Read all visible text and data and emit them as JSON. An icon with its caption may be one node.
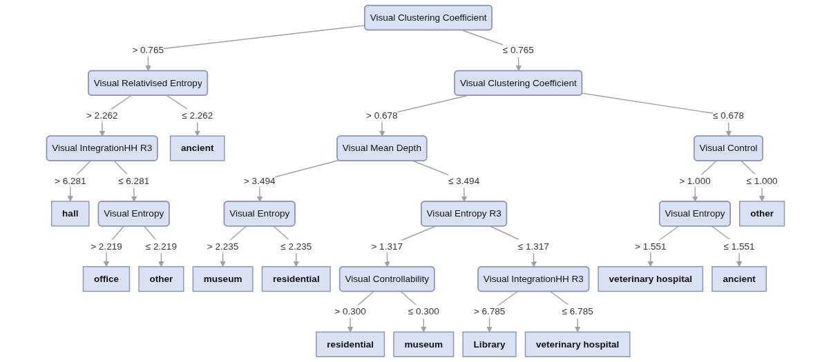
{
  "diagram": {
    "nodes": [
      {
        "text": [
          "Visual Clustering Coefficient"
        ]
      },
      {
        "text": [
          "Visual Relativised Entropy"
        ]
      },
      {
        "text": [
          "Visual Clustering Coefficient"
        ]
      },
      {
        "text": [
          "Visual IntegrationHH R3"
        ]
      },
      {
        "text": [
          "ancient"
        ]
      },
      {
        "text": [
          "Visual Mean Depth"
        ]
      },
      {
        "text": [
          "Visual Control"
        ]
      },
      {
        "text": [
          "hall"
        ]
      },
      {
        "text": [
          "Visual Entropy"
        ]
      },
      {
        "text": [
          "Visual Entropy"
        ]
      },
      {
        "text": [
          "Visual Entropy R3"
        ]
      },
      {
        "text": [
          "Visual Entropy"
        ]
      },
      {
        "text": [
          "other"
        ]
      },
      {
        "text": [
          "office"
        ]
      },
      {
        "text": [
          "other"
        ]
      },
      {
        "text": [
          "museum"
        ]
      },
      {
        "text": [
          "residential"
        ]
      },
      {
        "text": [
          "Visual Controllability"
        ]
      },
      {
        "text": [
          "Visual IntegrationHH R3"
        ]
      },
      {
        "text": [
          "veterinary hospital"
        ]
      },
      {
        "text": [
          "ancient"
        ]
      },
      {
        "text": [
          "residential"
        ]
      },
      {
        "text": [
          "museum"
        ]
      },
      {
        "text": [
          "Library"
        ]
      },
      {
        "text": [
          "veterinary hospital"
        ]
      }
    ],
    "edges": [
      {
        "from": 0,
        "to": 1,
        "arrow": "to",
        "label": "> 0.765"
      },
      {
        "from": 0,
        "to": 2,
        "arrow": "to",
        "label": "≤ 0.765"
      },
      {
        "from": 1,
        "to": 3,
        "arrow": "to",
        "label": "> 2.262"
      },
      {
        "from": 1,
        "to": 4,
        "arrow": "to",
        "label": "≤ 2.262"
      },
      {
        "from": 2,
        "to": 5,
        "arrow": "to",
        "label": "> 0.678"
      },
      {
        "from": 2,
        "to": 6,
        "arrow": "to",
        "label": "≤ 0.678"
      },
      {
        "from": 3,
        "to": 7,
        "arrow": "to",
        "label": "> 6.281"
      },
      {
        "from": 3,
        "to": 8,
        "arrow": "to",
        "label": "≤ 6.281"
      },
      {
        "from": 5,
        "to": 9,
        "arrow": "to",
        "label": "> 3.494"
      },
      {
        "from": 5,
        "to": 10,
        "arrow": "to",
        "label": "≤ 3.494"
      },
      {
        "from": 6,
        "to": 11,
        "arrow": "to",
        "label": "> 1.000"
      },
      {
        "from": 6,
        "to": 12,
        "arrow": "to",
        "label": "≤ 1.000"
      },
      {
        "from": 8,
        "to": 13,
        "arrow": "to",
        "label": "> 2.219"
      },
      {
        "from": 8,
        "to": 14,
        "arrow": "to",
        "label": "≤ 2.219"
      },
      {
        "from": 9,
        "to": 15,
        "arrow": "to",
        "label": "> 2.235"
      },
      {
        "from": 9,
        "to": 16,
        "arrow": "to",
        "label": "≤ 2.235"
      },
      {
        "from": 10,
        "to": 17,
        "arrow": "to",
        "label": "> 1.317"
      },
      {
        "from": 10,
        "to": 18,
        "arrow": "to",
        "label": "≤ 1.317"
      },
      {
        "from": 11,
        "to": 19,
        "arrow": "to",
        "label": "> 1.551"
      },
      {
        "from": 11,
        "to": 20,
        "arrow": "to",
        "label": "≤ 1.551"
      },
      {
        "from": 17,
        "to": 21,
        "arrow": "to",
        "label": "> 0.300"
      },
      {
        "from": 17,
        "to": 22,
        "arrow": "to",
        "label": "≤ 0.300"
      },
      {
        "from": 18,
        "to": 23,
        "arrow": "to",
        "label": "> 6.785"
      },
      {
        "from": 18,
        "to": 24,
        "arrow": "to",
        "label": "≤ 6.785"
      }
    ]
  }
}
